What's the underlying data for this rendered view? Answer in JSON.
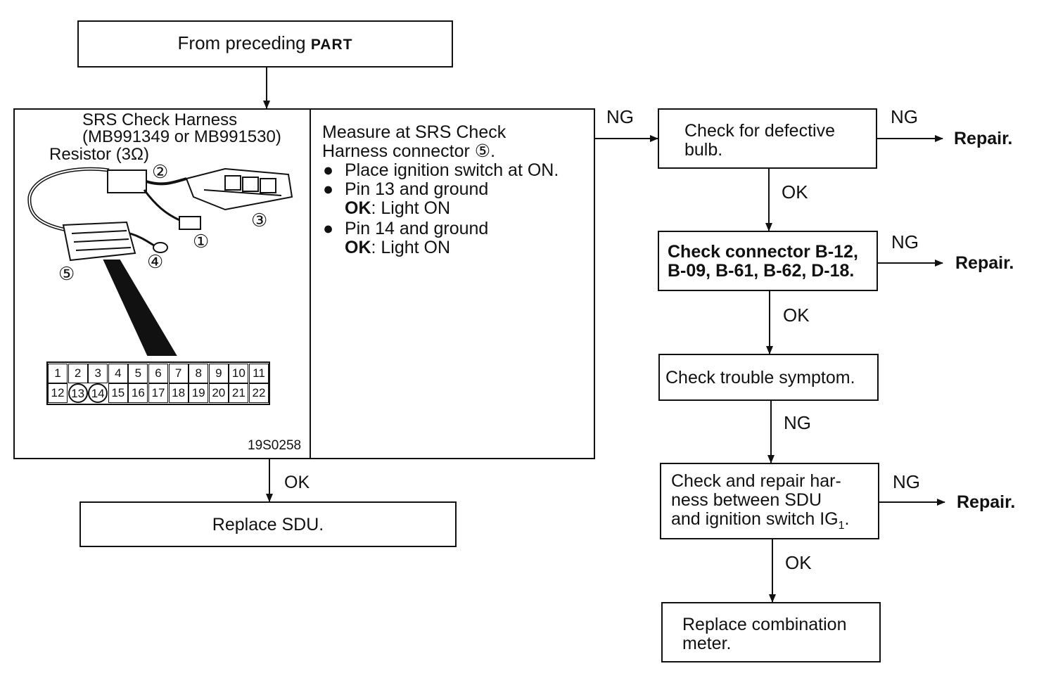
{
  "start": {
    "text_plain": "From preceding",
    "text_small_caps": "PART"
  },
  "harness": {
    "title_line1": "SRS Check Harness",
    "title_line2": "(MB991349 or MB991530)",
    "resistor": "Resistor (3Ω)",
    "callouts": [
      "①",
      "②",
      "③",
      "④",
      "⑤"
    ],
    "pins_row1": [
      "1",
      "2",
      "3",
      "4",
      "5",
      "6",
      "7",
      "8",
      "9",
      "10",
      "11"
    ],
    "pins_row2": [
      "12",
      "13",
      "14",
      "15",
      "16",
      "17",
      "18",
      "19",
      "20",
      "21",
      "22"
    ],
    "circled_pins": [
      "13",
      "14"
    ],
    "figure_code": "19S0258"
  },
  "measure": {
    "line1": "Measure at SRS Check",
    "line2": "Harness connector ⑤.",
    "bullet1": "Place ignition switch at ON.",
    "bullet2": "Pin 13 and ground",
    "ok_label": "OK",
    "ok_text": ": Light ON",
    "bullet3": "Pin 14 and ground"
  },
  "replace_sdu": "Replace SDU.",
  "bulb": {
    "line1": "Check for defective",
    "line2": "bulb."
  },
  "connector": {
    "line1": "Check connector B-12,",
    "line2": "B-09, B-61, B-62, D-18."
  },
  "symptom": "Check trouble symptom.",
  "harness_check": {
    "line1": "Check and repair har-",
    "line2": "ness between SDU",
    "line3": "and ignition switch IG",
    "subscript": "1",
    "line3_end": "."
  },
  "combination": {
    "line1": "Replace combination",
    "line2": "meter."
  },
  "labels": {
    "ok": "OK",
    "ng": "NG",
    "repair": "Repair."
  }
}
